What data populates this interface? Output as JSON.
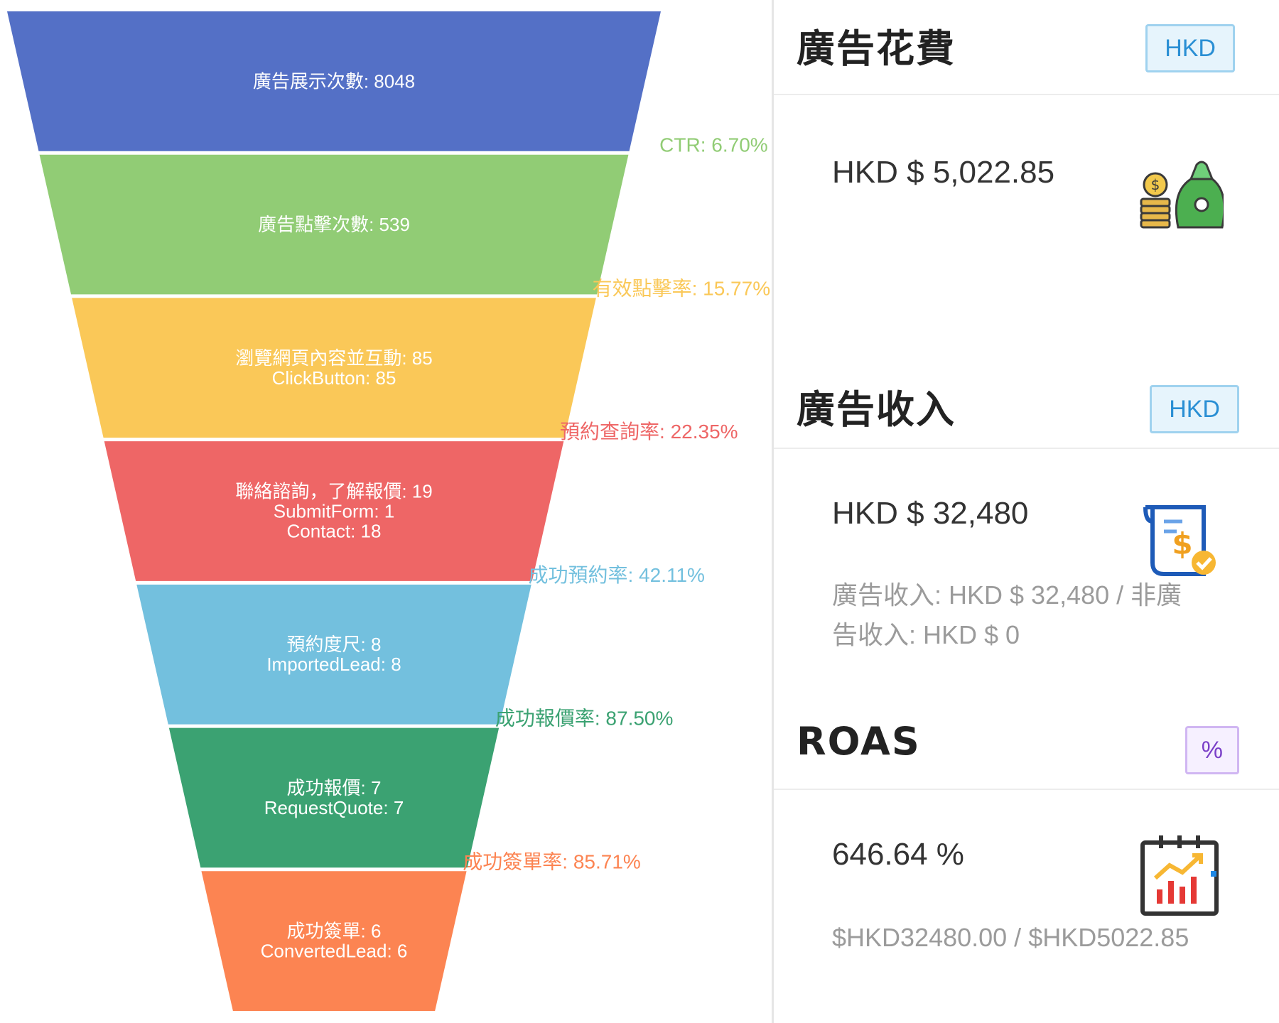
{
  "funnel": {
    "stages": [
      {
        "lines": [
          "廣告展示次數: 8048"
        ],
        "color": "#5470c6"
      },
      {
        "lines": [
          "廣告點擊次數: 539"
        ],
        "color": "#91cc75"
      },
      {
        "lines": [
          "瀏覽網頁內容並互動: 85",
          "ClickButton: 85"
        ],
        "color": "#fac858"
      },
      {
        "lines": [
          "聯絡諮詢，了解報價: 19",
          "SubmitForm: 1",
          "Contact: 18"
        ],
        "color": "#ee6666"
      },
      {
        "lines": [
          "預約度尺: 8",
          "ImportedLead: 8"
        ],
        "color": "#73c0de"
      },
      {
        "lines": [
          "成功報價: 7",
          "RequestQuote: 7"
        ],
        "color": "#3ba272"
      },
      {
        "lines": [
          "成功簽單: 6",
          "ConvertedLead: 6"
        ],
        "color": "#fc8452"
      }
    ],
    "rates": [
      {
        "label": "CTR: 6.70%",
        "color": "#91cc75"
      },
      {
        "label": "有效點擊率: 15.77%",
        "color": "#fac858"
      },
      {
        "label": "預約查詢率: 22.35%",
        "color": "#ee6666"
      },
      {
        "label": "成功預約率: 42.11%",
        "color": "#73c0de"
      },
      {
        "label": "成功報價率: 87.50%",
        "color": "#3ba272"
      },
      {
        "label": "成功簽單率: 85.71%",
        "color": "#fc8452"
      }
    ]
  },
  "spend": {
    "title": "廣告花費",
    "badge": "HKD",
    "value": "HKD $ 5,022.85",
    "icon": "money-bag-icon"
  },
  "revenue": {
    "title": "廣告收入",
    "badge": "HKD",
    "value": "HKD $ 32,480",
    "detail": "廣告收入: HKD $ 32,480  /  非廣告收入: HKD $ 0",
    "icon": "invoice-dollar-icon"
  },
  "roas": {
    "title": "ROAS",
    "badge": "%",
    "value": "646.64 %",
    "detail": "$HKD32480.00 / $HKD5022.85",
    "icon": "calendar-chart-icon"
  }
}
